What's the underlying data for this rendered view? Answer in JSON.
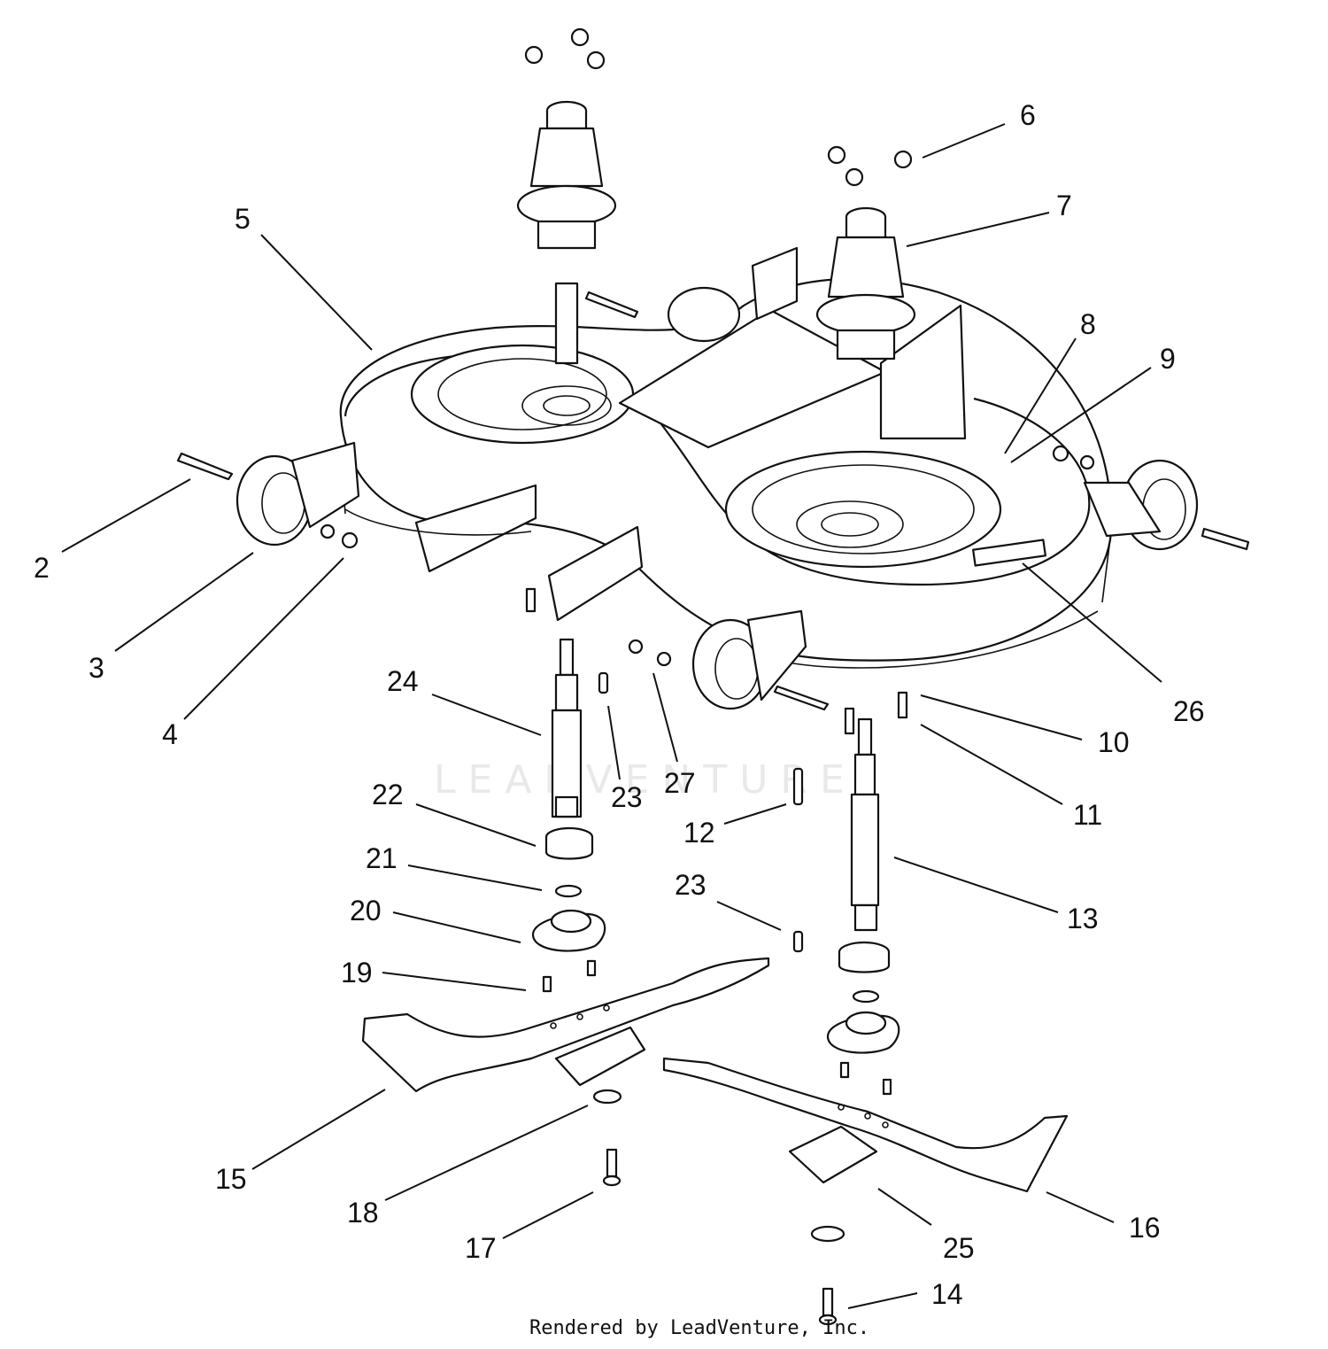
{
  "callouts": [
    {
      "id": "1",
      "text": "2"
    },
    {
      "id": "2",
      "text": "3"
    },
    {
      "id": "3",
      "text": "4"
    },
    {
      "id": "4",
      "text": "5"
    },
    {
      "id": "5",
      "text": "6"
    },
    {
      "id": "6",
      "text": "7"
    },
    {
      "id": "7",
      "text": "8"
    },
    {
      "id": "8",
      "text": "9"
    },
    {
      "id": "9",
      "text": "10"
    },
    {
      "id": "10",
      "text": "11"
    },
    {
      "id": "11",
      "text": "12"
    },
    {
      "id": "12",
      "text": "13"
    },
    {
      "id": "13",
      "text": "14"
    },
    {
      "id": "14",
      "text": "15"
    },
    {
      "id": "15",
      "text": "16"
    },
    {
      "id": "16",
      "text": "17"
    },
    {
      "id": "17",
      "text": "18"
    },
    {
      "id": "18",
      "text": "19"
    },
    {
      "id": "19",
      "text": "20"
    },
    {
      "id": "20",
      "text": "21"
    },
    {
      "id": "21",
      "text": "22"
    },
    {
      "id": "22",
      "text": "23"
    },
    {
      "id": "23",
      "text": "23"
    },
    {
      "id": "24",
      "text": "24"
    },
    {
      "id": "25",
      "text": "25"
    },
    {
      "id": "26",
      "text": "26"
    },
    {
      "id": "27",
      "text": "27"
    }
  ],
  "watermark": "LEADVENTURE",
  "footer": "Rendered by LeadVenture, Inc."
}
